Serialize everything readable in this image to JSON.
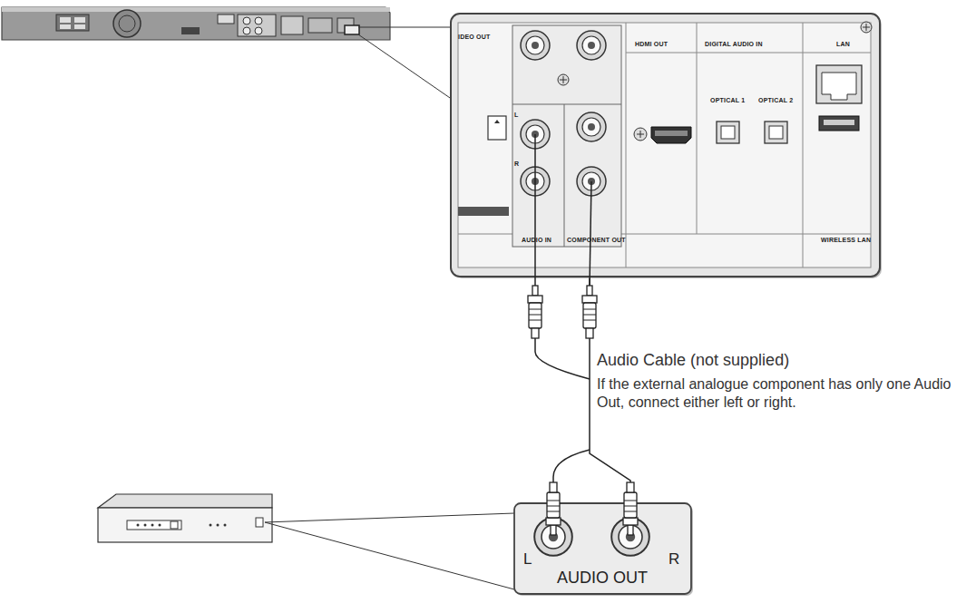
{
  "diagram": {
    "nodes": [
      {
        "text": [
          "IDEO OUT",
          "HDMI OUT",
          "DIGITAL AUDIO IN",
          "LAN",
          "OPTICAL 1",
          "OPTICAL 2",
          "L",
          "R",
          "AUDIO IN",
          "COMPONENT OUT",
          "WIRELESS LAN"
        ]
      },
      {
        "text": [
          "L",
          "R",
          "AUDIO OUT"
        ]
      }
    ],
    "edges": [
      {
        "from": 1,
        "to": 0,
        "arrow": "none"
      }
    ],
    "labels": [
      "Audio Cable (not supplied)",
      "If the external analogue component has only one Audio Out, connect either left or right."
    ]
  }
}
